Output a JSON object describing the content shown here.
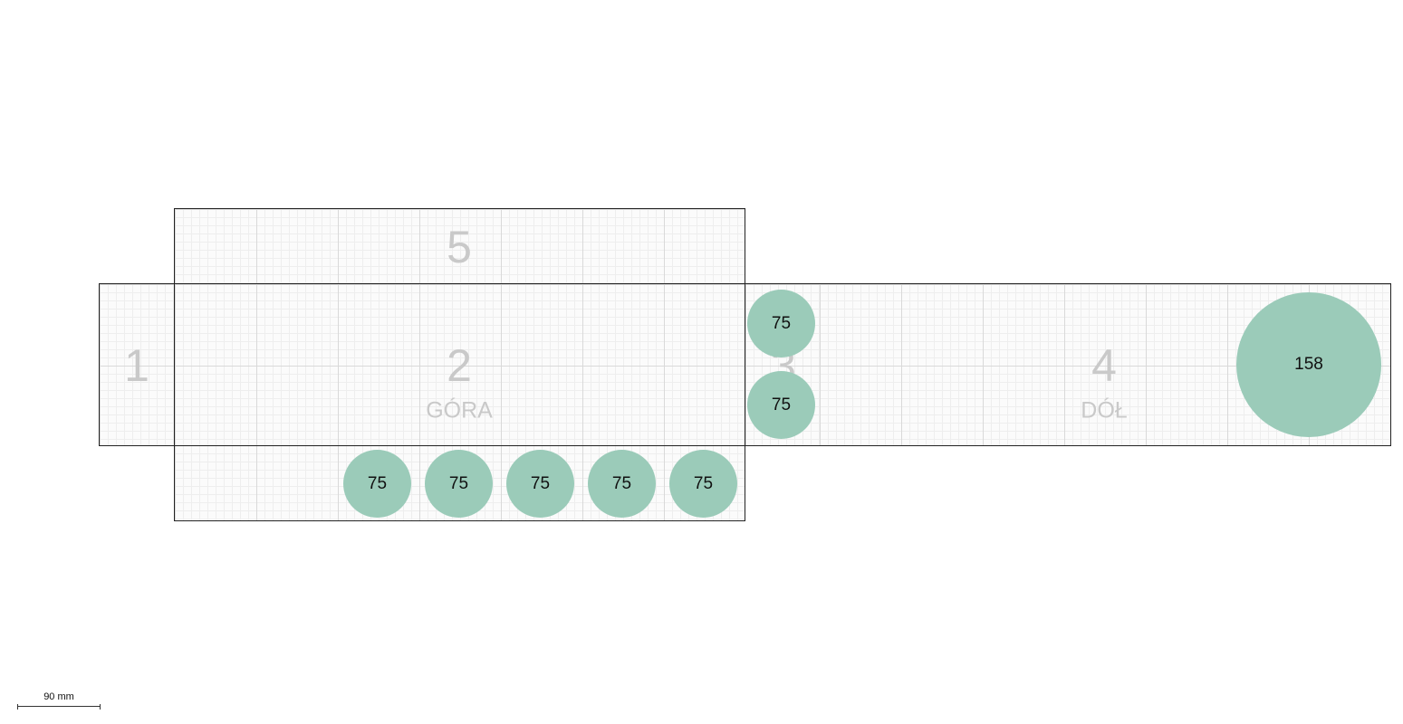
{
  "panels": {
    "p1": {
      "number": "1"
    },
    "p2": {
      "number": "2",
      "label": "GÓRA"
    },
    "p3": {
      "number": "3"
    },
    "p4": {
      "number": "4",
      "label": "DÓŁ"
    },
    "p5": {
      "number": "5"
    }
  },
  "circles": {
    "side": [
      "75",
      "75"
    ],
    "bottom_flap": [
      "75",
      "75",
      "75",
      "75",
      "75"
    ],
    "large": "158"
  },
  "colors": {
    "circle_fill": "#9bcbb9",
    "panel_label": "#c9c9c9",
    "outline": "#222222"
  },
  "scale": {
    "label": "90 mm"
  }
}
